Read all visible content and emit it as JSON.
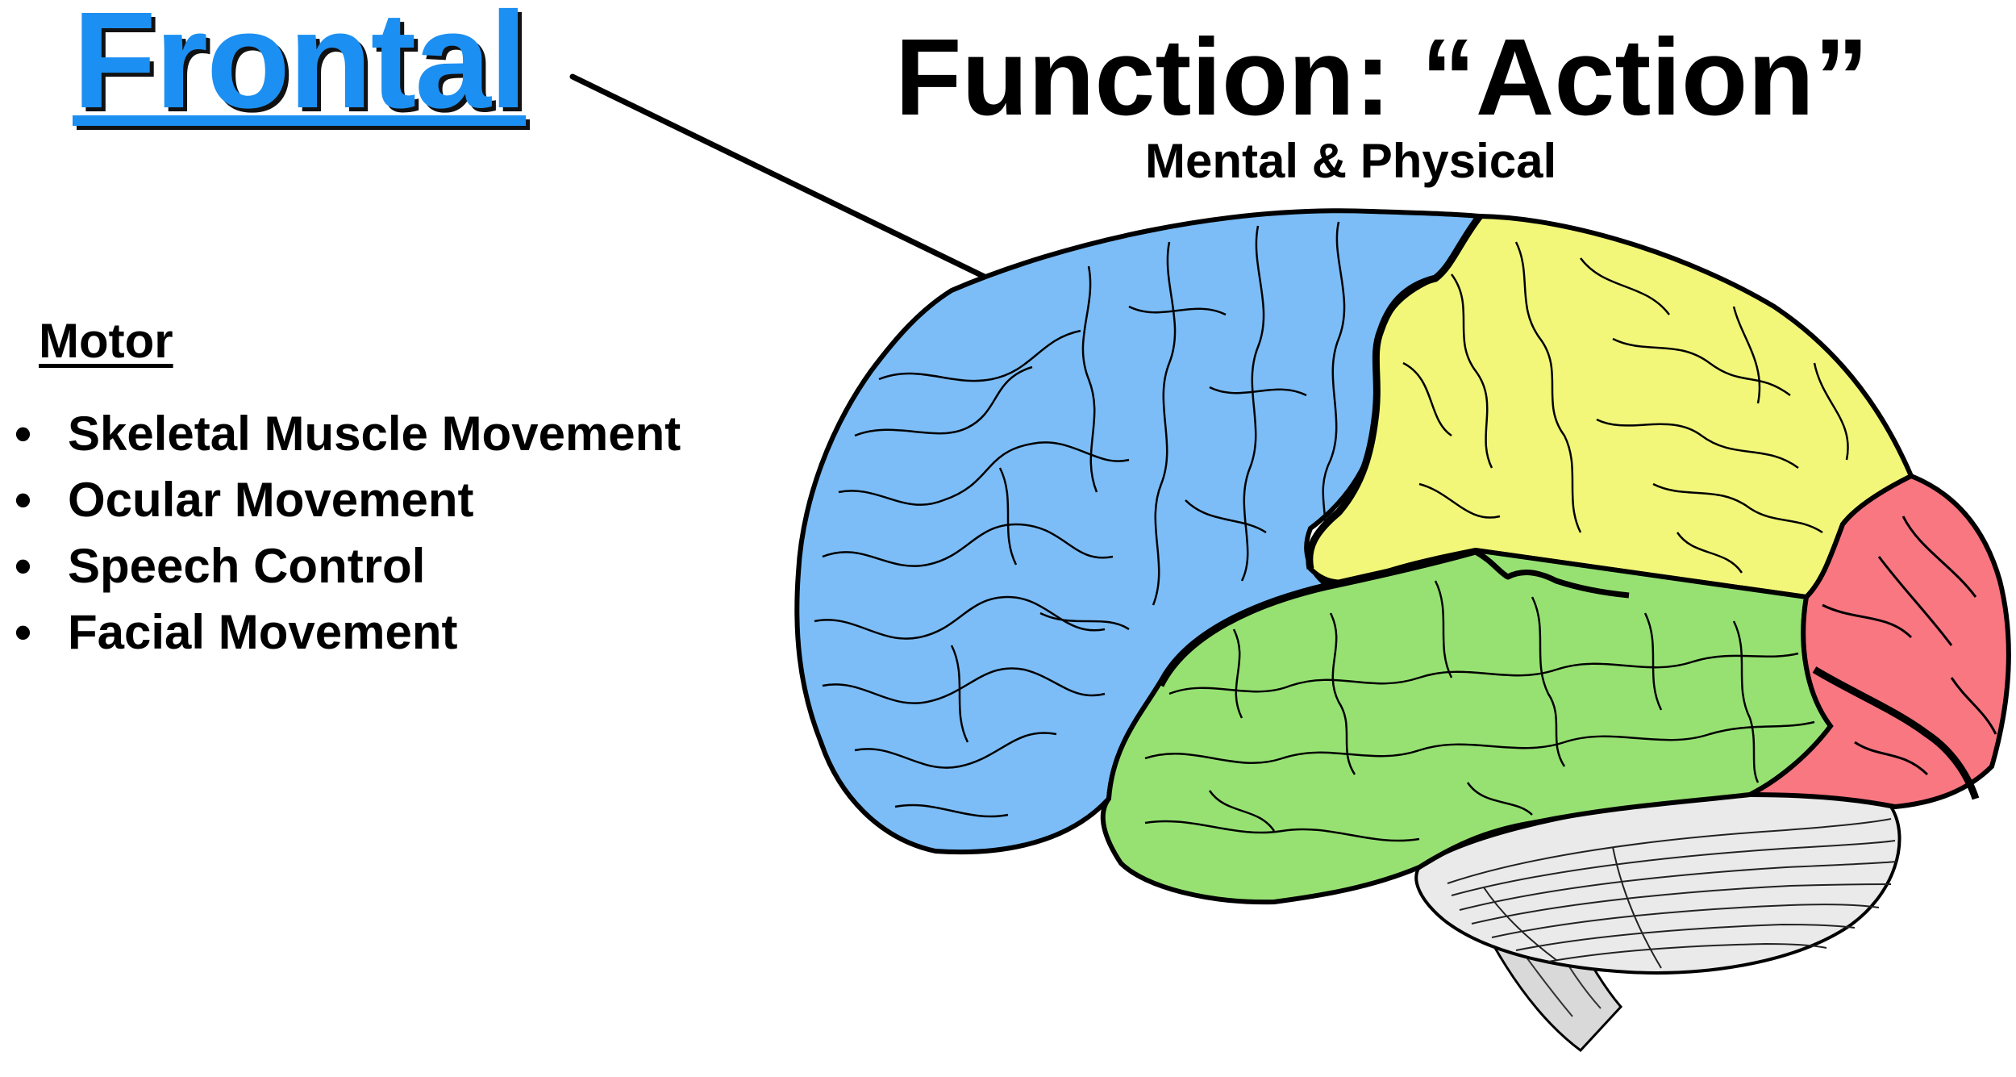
{
  "title": "Frontal",
  "function_heading": "Function: “Action”",
  "function_subheading": "Mental & Physical",
  "section_heading": "Motor",
  "bullet_symbol": "•",
  "bullets": [
    "Skeletal Muscle Movement",
    "Ocular Movement",
    "Speech Control",
    "Facial Movement"
  ],
  "colors": {
    "frontal_lobe": "#7cbdf7",
    "parietal_lobe": "#f2f77a",
    "temporal_lobe": "#97e173",
    "occipital_lobe": "#f87781",
    "cerebellum": "#eaeaea",
    "brainstem": "#d9d9d9",
    "title": "#1c8ff2",
    "outline": "#000000"
  }
}
